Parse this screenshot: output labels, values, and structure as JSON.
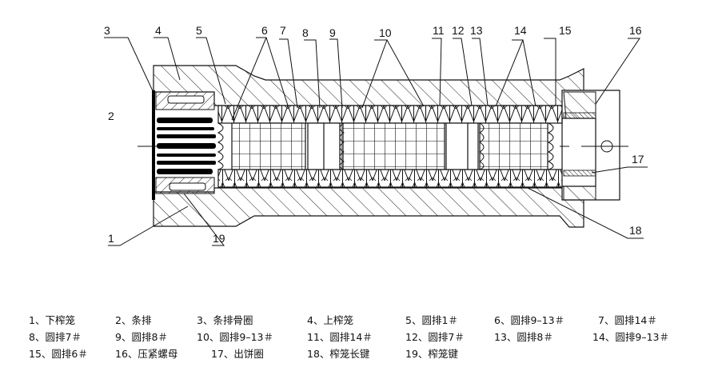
{
  "diagram": {
    "callouts": [
      "1",
      "2",
      "3",
      "4",
      "5",
      "6",
      "7",
      "8",
      "9",
      "10",
      "11",
      "12",
      "13",
      "14",
      "15",
      "16",
      "17",
      "18",
      "19"
    ]
  },
  "legend": {
    "rows": [
      [
        {
          "num": "1、",
          "label": "下榨笼"
        },
        {
          "num": "2、",
          "label": "条排"
        },
        {
          "num": "3、",
          "label": "条排骨圈"
        },
        {
          "num": "4、",
          "label": "上榨笼"
        },
        {
          "num": "5、",
          "label": "圆排1＃"
        },
        {
          "num": "6、",
          "label": "圆排9–13＃"
        },
        {
          "num": "7、",
          "label": "圆排14＃"
        }
      ],
      [
        {
          "num": "8、",
          "label": "圆排7＃"
        },
        {
          "num": "9、",
          "label": "圆排8＃"
        },
        {
          "num": "10、",
          "label": "圆排9–13＃"
        },
        {
          "num": "11、",
          "label": "圆排14＃"
        },
        {
          "num": "12、",
          "label": "圆排7＃"
        },
        {
          "num": "13、",
          "label": "圆排8＃"
        },
        {
          "num": "14、",
          "label": "圆排9–13＃"
        }
      ],
      [
        {
          "num": "15、",
          "label": "圆排6＃"
        },
        {
          "num": "16、",
          "label": "压紧螺母"
        },
        {
          "num": "17、",
          "label": "出饼圈"
        },
        {
          "num": "18、",
          "label": "榨笼长键"
        },
        {
          "num": "19、",
          "label": "榨笼键"
        }
      ]
    ]
  }
}
